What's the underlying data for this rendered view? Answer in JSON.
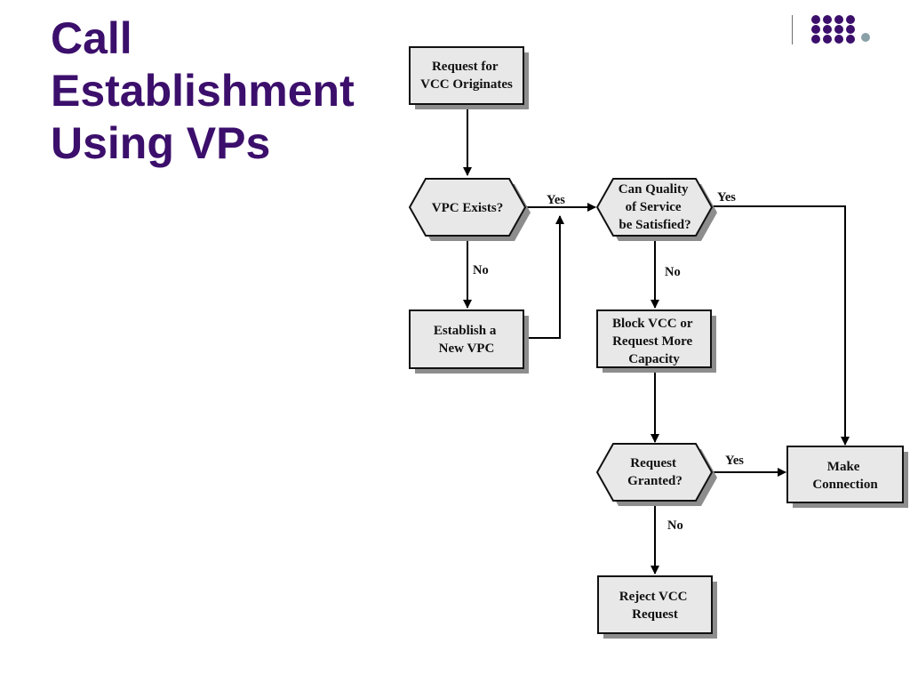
{
  "slide": {
    "title_lines": [
      "Call",
      "Establishment",
      "Using VPs"
    ],
    "accent_color": "#3b0f6b",
    "logo_icon": "dots-logo-icon"
  },
  "diagram": {
    "nodes": {
      "request_vcc": [
        "Request for",
        "VCC Originates"
      ],
      "vpc_exists": [
        "VPC Exists?"
      ],
      "establish_vpc": [
        "Establish a",
        "New VPC"
      ],
      "qos_satisfied": [
        "Can Quality",
        "of Service",
        "be Satisfied?"
      ],
      "block_vcc": [
        "Block VCC or",
        "Request More",
        "Capacity"
      ],
      "request_granted": [
        "Request",
        "Granted?"
      ],
      "make_connection": [
        "Make",
        "Connection"
      ],
      "reject_vcc": [
        "Reject VCC",
        "Request"
      ]
    },
    "edge_labels": {
      "vpc_yes": "Yes",
      "vpc_no": "No",
      "qos_yes": "Yes",
      "qos_no": "No",
      "granted_yes": "Yes",
      "granted_no": "No"
    }
  }
}
